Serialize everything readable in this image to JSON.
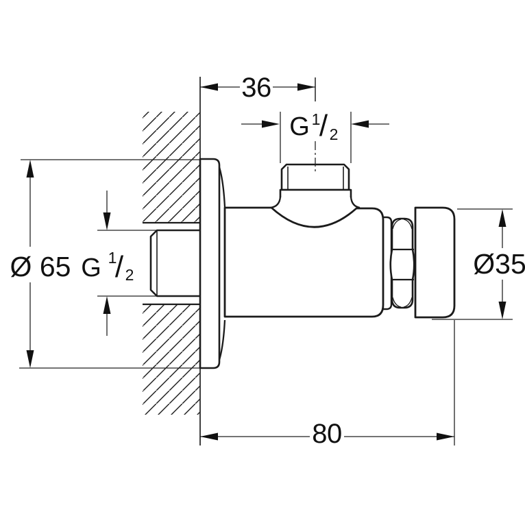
{
  "drawing": {
    "kind": "plumbing-valve-dimension-drawing",
    "dimensions": {
      "top_offset": "36",
      "bottom_depth": "80",
      "left_diameter": "Ø 65",
      "right_diameter": "Ø35"
    },
    "threads": {
      "top": {
        "letter": "G",
        "numerator": "1",
        "slash": "/",
        "denominator": "2"
      },
      "left": {
        "letter": "G",
        "numerator": "1",
        "slash": "/",
        "denominator": "2"
      }
    },
    "colors": {
      "line": "#1b1b1b",
      "dimension_line": "#222222",
      "text": "#111111",
      "background": "#ffffff"
    }
  }
}
